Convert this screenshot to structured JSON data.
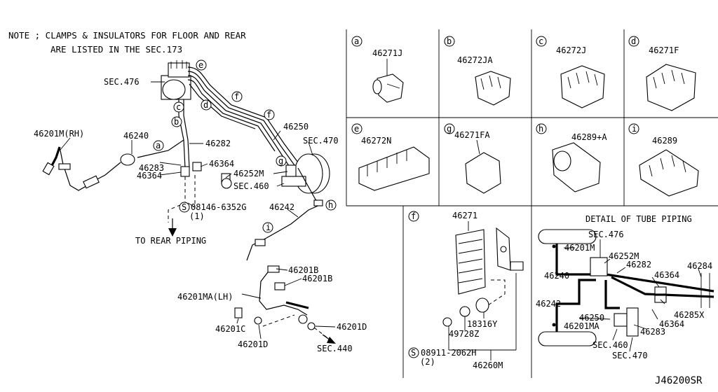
{
  "note": {
    "line1": "NOTE ; CLAMPS & INSULATORS FOR FLOOR AND REAR",
    "line2": "ARE LISTED IN THE SEC.173"
  },
  "diagram_code": "J46200SR",
  "main_labels": {
    "sec476": "SEC.476",
    "p46201m_rh": "46201M(RH)",
    "p46240": "46240",
    "p46282": "46282",
    "p46283": "46283",
    "p46364a": "46364",
    "p46364b": "46364",
    "p46252m": "46252M",
    "sec460": "SEC.460",
    "p46250": "46250",
    "sec470": "SEC.470",
    "p08146": "08146-6352G",
    "p08146_qty": "(1)",
    "p46242": "46242",
    "to_rear": "TO REAR PIPING",
    "p46201b1": "46201B",
    "p46201b2": "46201B",
    "p46201ma_lh": "46201MA(LH)",
    "p46201c": "46201C",
    "p46201d1": "46201D",
    "p46201d2": "46201D",
    "sec440": "SEC.440",
    "callout_s": "S"
  },
  "callout_letters": {
    "a": "a",
    "b": "b",
    "c": "c",
    "d": "d",
    "e": "e",
    "f": "f",
    "g": "g",
    "h": "h",
    "i": "i"
  },
  "clamp_cells": [
    {
      "letter": "a",
      "part": "46271J"
    },
    {
      "letter": "b",
      "part": "46272JA"
    },
    {
      "letter": "c",
      "part": "46272J"
    },
    {
      "letter": "d",
      "part": "46271F"
    },
    {
      "letter": "e",
      "part": "46272N"
    },
    {
      "letter": "g",
      "part": "46271FA"
    },
    {
      "letter": "h",
      "part": "46289+A"
    },
    {
      "letter": "i",
      "part": "46289"
    }
  ],
  "f_detail": {
    "letter": "f",
    "p46271": "46271",
    "p49728z": "49728Z",
    "p18316y": "18316Y",
    "p08911": "08911-2062H",
    "p08911_qty": "(2)",
    "p46260m": "46260M"
  },
  "tube_detail": {
    "title": "DETAIL OF TUBE PIPING",
    "sec476": "SEC.476",
    "p46201m": "46201M",
    "p46252m": "46252M",
    "p46240": "46240",
    "p46282": "46282",
    "p46364a": "46364",
    "p46284": "46284",
    "p46242": "46242",
    "p46250": "46250",
    "p46285x": "46285X",
    "p46364b": "46364",
    "p46201ma": "46201MA",
    "p46283": "46283",
    "sec460": "SEC.460",
    "sec470": "SEC.470"
  }
}
